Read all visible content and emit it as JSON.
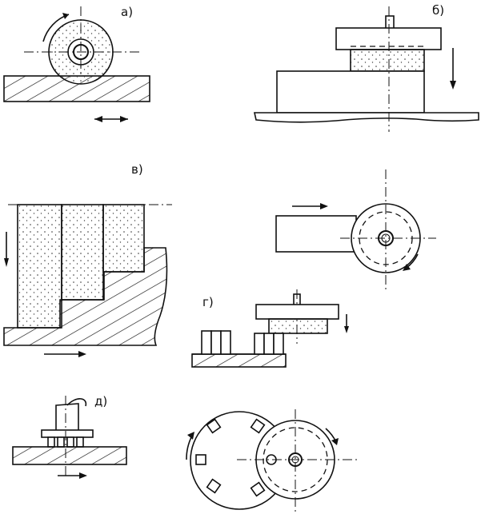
{
  "labels": {
    "a": "а)",
    "b": "б)",
    "v": "в)",
    "g": "г)",
    "d": "д)"
  },
  "colors": {
    "ink": "#111111",
    "paper": "#ffffff"
  }
}
